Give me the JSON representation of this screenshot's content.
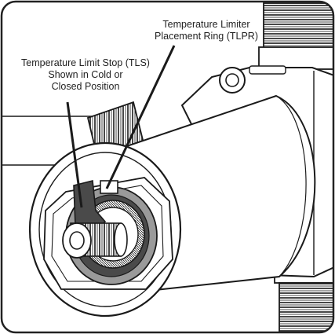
{
  "callouts": {
    "tlpr": {
      "lines": [
        "Temperature Limiter",
        "Placement Ring (TLPR)"
      ]
    },
    "tls": {
      "lines": [
        "Temperature Limit Stop (TLS)",
        "Shown in Cold or",
        "Closed Position"
      ]
    }
  },
  "colors": {
    "line": "#1a1a1a",
    "body_fill": "#ffffff",
    "ring_shade": "#9a9a9a",
    "dark_shade": "#4a4a4a",
    "frame": "#222222"
  },
  "icons": {
    "tlpr": "temperature-limiter-placement-ring",
    "tls": "temperature-limit-stop-lever"
  }
}
